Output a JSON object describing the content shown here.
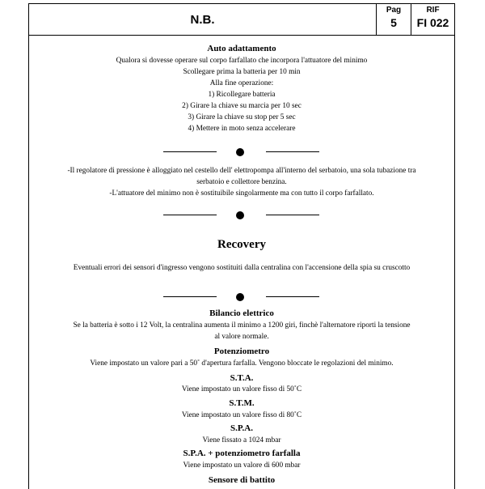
{
  "header": {
    "title": "N.B.",
    "pag_label": "Pag",
    "pag_value": "5",
    "rif_label": "RIF",
    "rif_value": "FI 022"
  },
  "auto": {
    "title": "Auto adattamento",
    "lines": [
      "Qualora si dovesse operare sul corpo farfallato che incorpora l'attuatore del minimo",
      "Scollegare prima la batteria per 10 min",
      "Alla fine operazione:",
      "1) Ricollegare batteria",
      "2) Girare la chiave su marcia per 10 sec",
      "3) Girare la chiave su stop per 5 sec",
      "4) Mettere in moto senza accelerare"
    ]
  },
  "notes": {
    "lines": [
      "-Il regolatore di pressione è alloggiato nel cestello dell' elettropompa all'interno del serbatoio, una sola tubazione tra",
      "serbatoio e collettore benzina.",
      "-L'attuatore del minimo non è sostituibile singolarmente ma con tutto il corpo farfallato."
    ]
  },
  "recovery": {
    "title": "Recovery",
    "text": "Eventuali errori dei sensori d'ingresso vengono sostituiti dalla centralina con l'accensione della spia su cruscotto"
  },
  "sections": [
    {
      "title": "Bilancio elettrico",
      "lines": [
        "Se la batteria è sotto i 12 Volt, la centralina aumenta il minimo a 1200 giri, finchè l'alternatore riporti la tensione",
        "al valore normale."
      ]
    },
    {
      "title": "Potenziometro",
      "lines": [
        "Viene impostato un valore pari a 50˚ d'apertura farfalla. Vengono bloccate le regolazioni del minimo."
      ]
    },
    {
      "title": "S.T.A.",
      "lines": [
        "Viene impostato un valore fisso di 50˚C"
      ]
    },
    {
      "title": "S.T.M.",
      "lines": [
        "Viene impostato un valore fisso di 80˚C"
      ]
    },
    {
      "title": "S.P.A.",
      "lines": [
        "Viene fissato a 1024 mbar"
      ]
    },
    {
      "title": "S.P.A. + potenziometro farfalla",
      "lines": [
        "Viene impostato un valore di 600 mbar"
      ]
    },
    {
      "title": "Sensore di battito",
      "lines": []
    }
  ]
}
